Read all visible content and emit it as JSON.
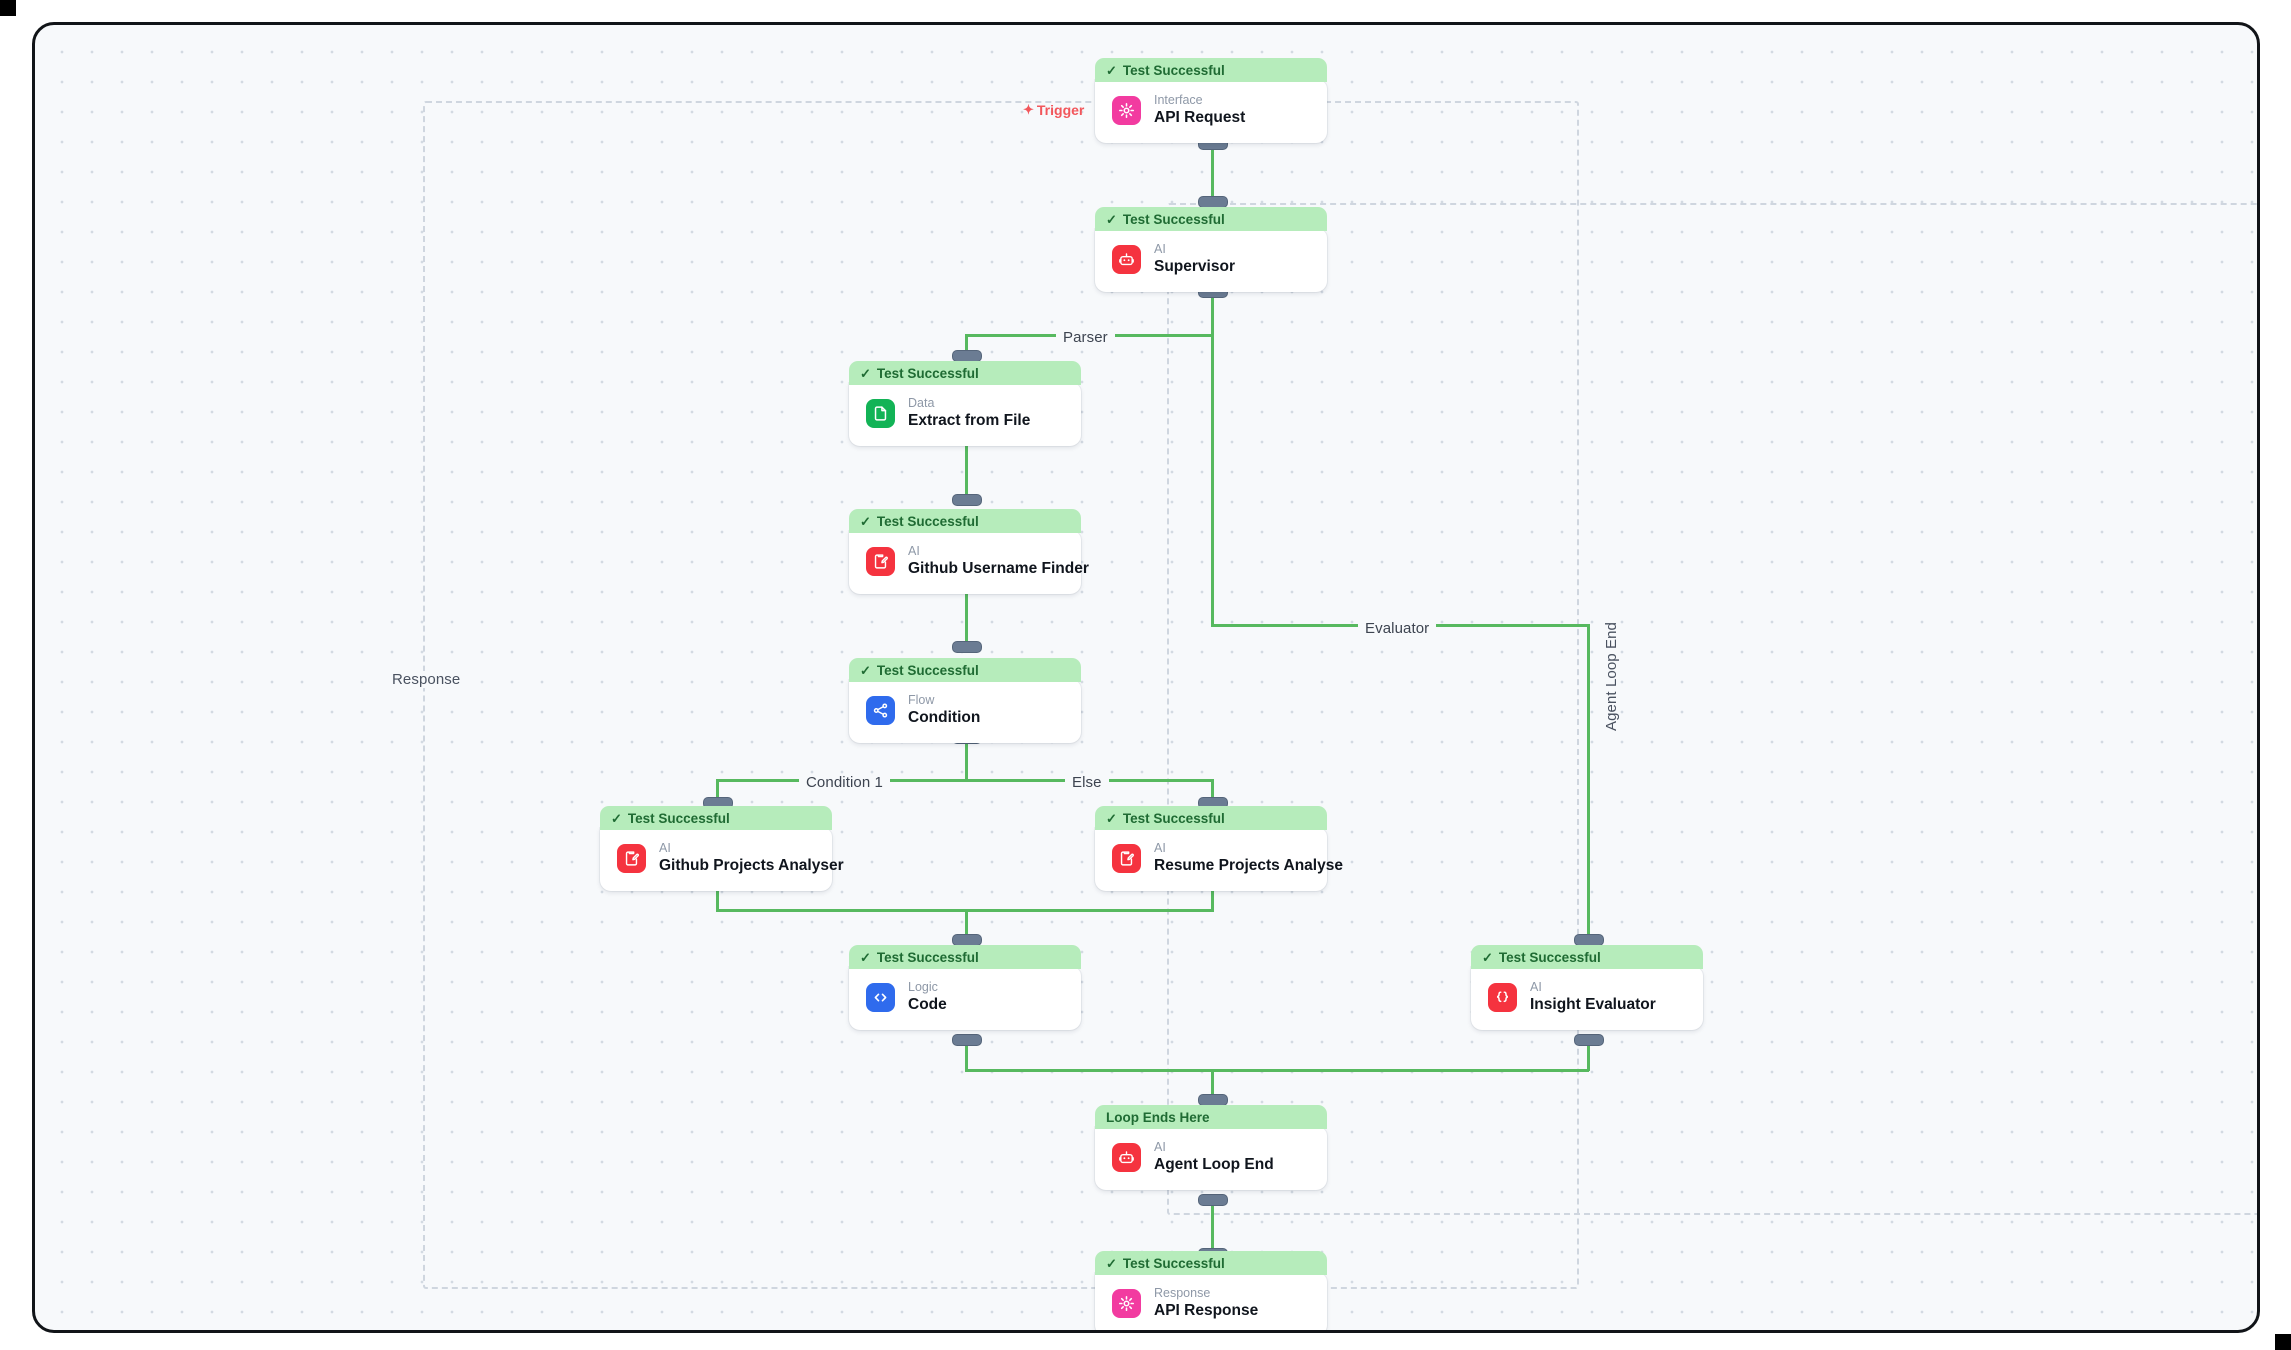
{
  "canvas": {
    "trigger": {
      "label": "Trigger",
      "icon": "sparkle-icon",
      "color": "#f2565b"
    }
  },
  "scopes": [
    {
      "name": "response-scope",
      "label": "Response"
    },
    {
      "name": "agent-loop-scope",
      "label": "Agent Loop End"
    }
  ],
  "edge_labels": [
    {
      "name": "parser",
      "text": "Parser"
    },
    {
      "name": "evaluator",
      "text": "Evaluator"
    },
    {
      "name": "condition-1",
      "text": "Condition 1"
    },
    {
      "name": "else",
      "text": "Else"
    }
  ],
  "status": {
    "successful": "Test Successful",
    "loop_end": "Loop Ends Here",
    "check_glyph": "✓"
  },
  "colors": {
    "status_banner": "#b6ecbb",
    "status_text": "#1f6b33",
    "edge": "#57b95f",
    "canvas": "#f7f9fb",
    "ai_icon": "#f5333f",
    "data_icon": "#12b356",
    "flow_icon": "#2f6bed",
    "logic_icon": "#2f6bed",
    "interface_icon": "#f23ba0",
    "response_icon": "#f23ba0"
  },
  "nodes": [
    {
      "id": "api-request",
      "status": "Test Successful",
      "status_type": "success",
      "kind": "Interface",
      "title": "API Request",
      "icon": "gear-icon",
      "icon_color": "#f23ba0"
    },
    {
      "id": "supervisor",
      "status": "Test Successful",
      "status_type": "success",
      "kind": "AI",
      "title": "Supervisor",
      "icon": "robot-icon",
      "icon_color": "#f5333f"
    },
    {
      "id": "extract-from-file",
      "status": "Test Successful",
      "status_type": "success",
      "kind": "Data",
      "title": "Extract from File",
      "icon": "file-icon",
      "icon_color": "#12b356"
    },
    {
      "id": "github-username-finder",
      "status": "Test Successful",
      "status_type": "success",
      "kind": "AI",
      "title": "Github Username Finder",
      "icon": "note-edit-icon",
      "icon_color": "#f5333f"
    },
    {
      "id": "condition",
      "status": "Test Successful",
      "status_type": "success",
      "kind": "Flow",
      "title": "Condition",
      "icon": "branch-icon",
      "icon_color": "#2f6bed"
    },
    {
      "id": "github-projects-analyser",
      "status": "Test Successful",
      "status_type": "success",
      "kind": "AI",
      "title": "Github Projects Analyser",
      "icon": "note-edit-icon",
      "icon_color": "#f5333f"
    },
    {
      "id": "resume-projects-analyse",
      "status": "Test Successful",
      "status_type": "success",
      "kind": "AI",
      "title": "Resume Projects Analyse",
      "icon": "note-edit-icon",
      "icon_color": "#f5333f"
    },
    {
      "id": "code",
      "status": "Test Successful",
      "status_type": "success",
      "kind": "Logic",
      "title": "Code",
      "icon": "code-icon",
      "icon_color": "#2f6bed"
    },
    {
      "id": "insight-evaluator",
      "status": "Test Successful",
      "status_type": "success",
      "kind": "AI",
      "title": "Insight Evaluator",
      "icon": "braces-icon",
      "icon_color": "#f5333f"
    },
    {
      "id": "agent-loop-end",
      "status": "Loop Ends Here",
      "status_type": "loop",
      "kind": "AI",
      "title": "Agent Loop End",
      "icon": "robot-icon",
      "icon_color": "#f5333f"
    },
    {
      "id": "api-response",
      "status": "Test Successful",
      "status_type": "success",
      "kind": "Response",
      "title": "API Response",
      "icon": "gear-icon",
      "icon_color": "#f23ba0"
    }
  ]
}
